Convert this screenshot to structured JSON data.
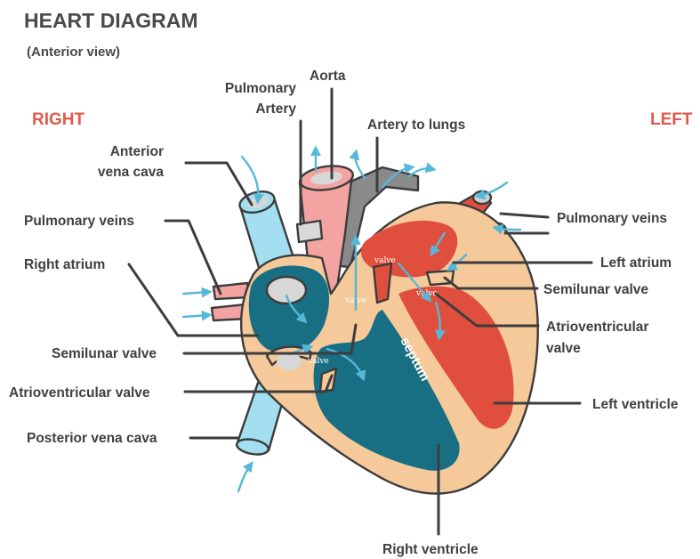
{
  "title": "HEART DIAGRAM",
  "subtitle": "(Anterior view)",
  "sides": {
    "right": "RIGHT",
    "left": "LEFT"
  },
  "labels": {
    "pulmonary_artery_1": "Pulmonary",
    "pulmonary_artery_2": "Artery",
    "aorta": "Aorta",
    "artery_to_lungs": "Artery to lungs",
    "anterior_vena_cava_1": "Anterior",
    "anterior_vena_cava_2": "vena cava",
    "pulmonary_veins_right": "Pulmonary veins",
    "right_atrium": "Right atrium",
    "semilunar_valve_right": "Semilunar valve",
    "atrioventricular_valve_right": "Atrioventricular valve",
    "posterior_vena_cava": "Posterior vena cava",
    "right_ventricle": "Right ventricle",
    "pulmonary_veins_left": "Pulmonary veins",
    "left_atrium": "Left atrium",
    "semilunar_valve_left": "Semilunar valve",
    "atrioventricular_valve_left_1": "Atrioventricular",
    "atrioventricular_valve_left_2": "valve",
    "left_ventricle": "Left ventricle",
    "septum": "septum",
    "valve_word": "valve"
  },
  "colors": {
    "outer_wall": "#f5c99a",
    "right_side_blood": "#186f84",
    "left_side_blood": "#e04f3e",
    "vena_cava": "#a3dff0",
    "aorta": "#f4a3a3",
    "pulmonary_artery": "#8a8a8a",
    "flow_arrow": "#56b8d8",
    "accent_red": "#e05a4a",
    "text": "#404040"
  }
}
